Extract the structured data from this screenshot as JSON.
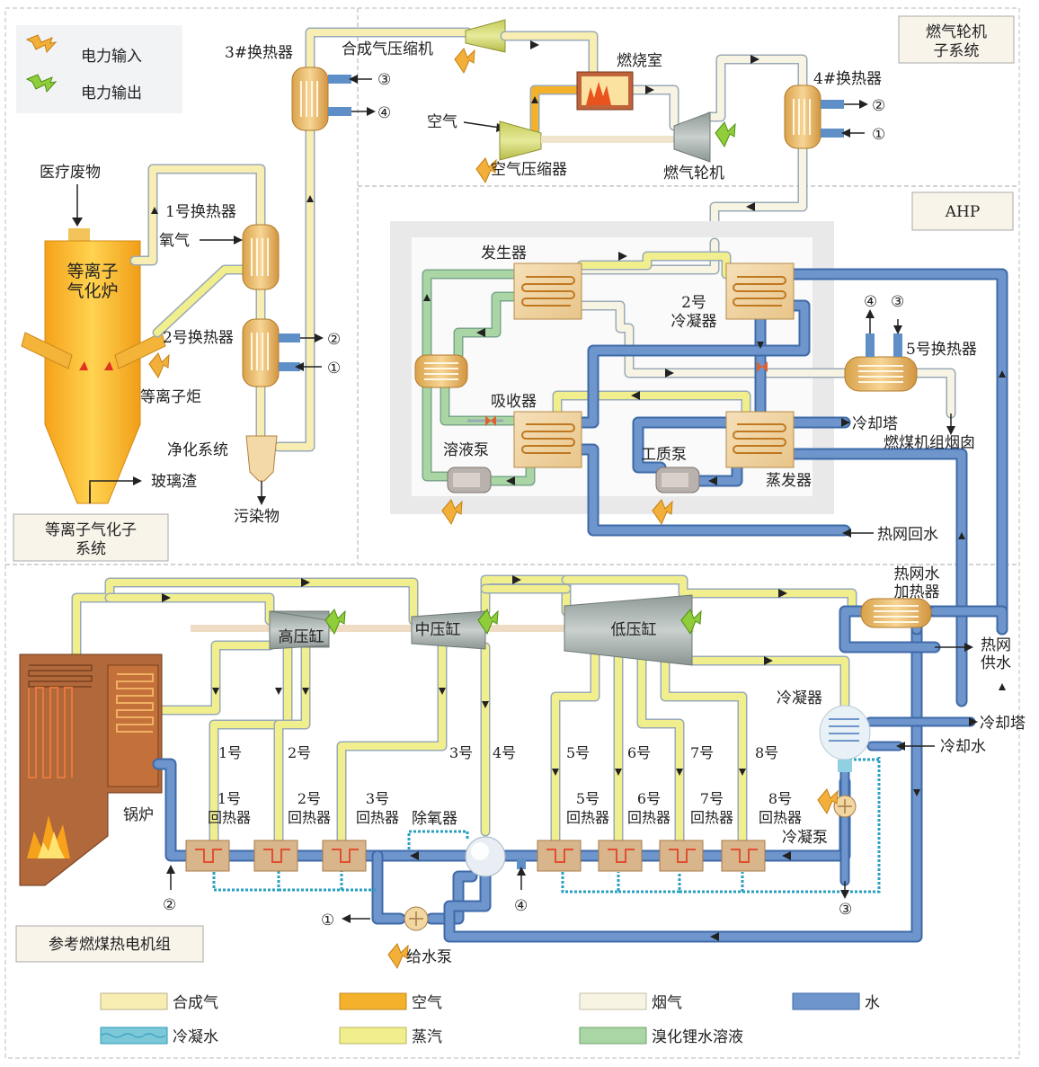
{
  "legend_top": {
    "power_in": "电力输入",
    "power_out": "电力输出"
  },
  "subsystems": {
    "gas_turbine": "燃气轮机子系统",
    "gas_turbine_l1": "燃气轮机",
    "gas_turbine_l2": "子系统",
    "ahp": "AHP",
    "plasma_l1": "等离子气化子",
    "plasma_l2": "系统",
    "coal_plant": "参考燃煤热电机组"
  },
  "plasma": {
    "medical_waste": "医疗废物",
    "gasifier_l1": "等离子",
    "gasifier_l2": "气化炉",
    "hx1": "1号换热器",
    "oxygen": "氧气",
    "hx2": "2号换热器",
    "torch": "等离子炬",
    "purify": "净化系统",
    "slag": "玻璃渣",
    "pollutant": "污染物",
    "hx3": "3#换热器"
  },
  "gt": {
    "syngas_comp": "合成气压缩机",
    "combustor": "燃烧室",
    "air": "空气",
    "air_comp": "空气压缩器",
    "turbine": "燃气轮机",
    "hx4": "4#换热器"
  },
  "ahp": {
    "generator": "发生器",
    "cond2_l1": "2号",
    "cond2_l2": "冷凝器",
    "absorber": "吸收器",
    "sol_pump": "溶液泵",
    "work_pump": "工质泵",
    "evaporator": "蒸发器",
    "hx5": "5号换热器",
    "cooling_tower": "冷却塔",
    "chimney": "燃煤机组烟囱",
    "return_water": "热网回水"
  },
  "coal": {
    "hp": "高压缸",
    "ip": "中压缸",
    "lp": "低压缸",
    "boiler": "锅炉",
    "heater_net_l1": "热网水",
    "heater_net_l2": "加热器",
    "supply_l1": "热网",
    "supply_l2": "供水",
    "condenser": "冷凝器",
    "cooling_tower": "冷却塔",
    "cooling_water": "冷却水",
    "cond_pump": "冷凝泵",
    "deaerator": "除氧器",
    "feed_pump": "给水泵",
    "ext": [
      "1号",
      "2号",
      "3号",
      "4号",
      "5号",
      "6号",
      "7号",
      "8号"
    ],
    "rh_top": [
      "1号",
      "2号",
      "3号",
      "5号",
      "6号",
      "7号",
      "8号"
    ],
    "rh_bottom": "回热器"
  },
  "markers": {
    "c1": "①",
    "c2": "②",
    "c3": "③",
    "c4": "④"
  },
  "legend_bottom": {
    "syngas": "合成气",
    "air": "空气",
    "flue": "烟气",
    "water": "水",
    "condensate": "冷凝水",
    "steam": "蒸汽",
    "libr": "溴化锂水溶液"
  },
  "colors": {
    "syngas": "#f8eeb4",
    "air": "#f4b22c",
    "flue": "#f7f4e4",
    "water": "#6e95cc",
    "condensate": "#7cc7d8",
    "steam": "#f1ee8e",
    "libr": "#a9d6a4"
  }
}
